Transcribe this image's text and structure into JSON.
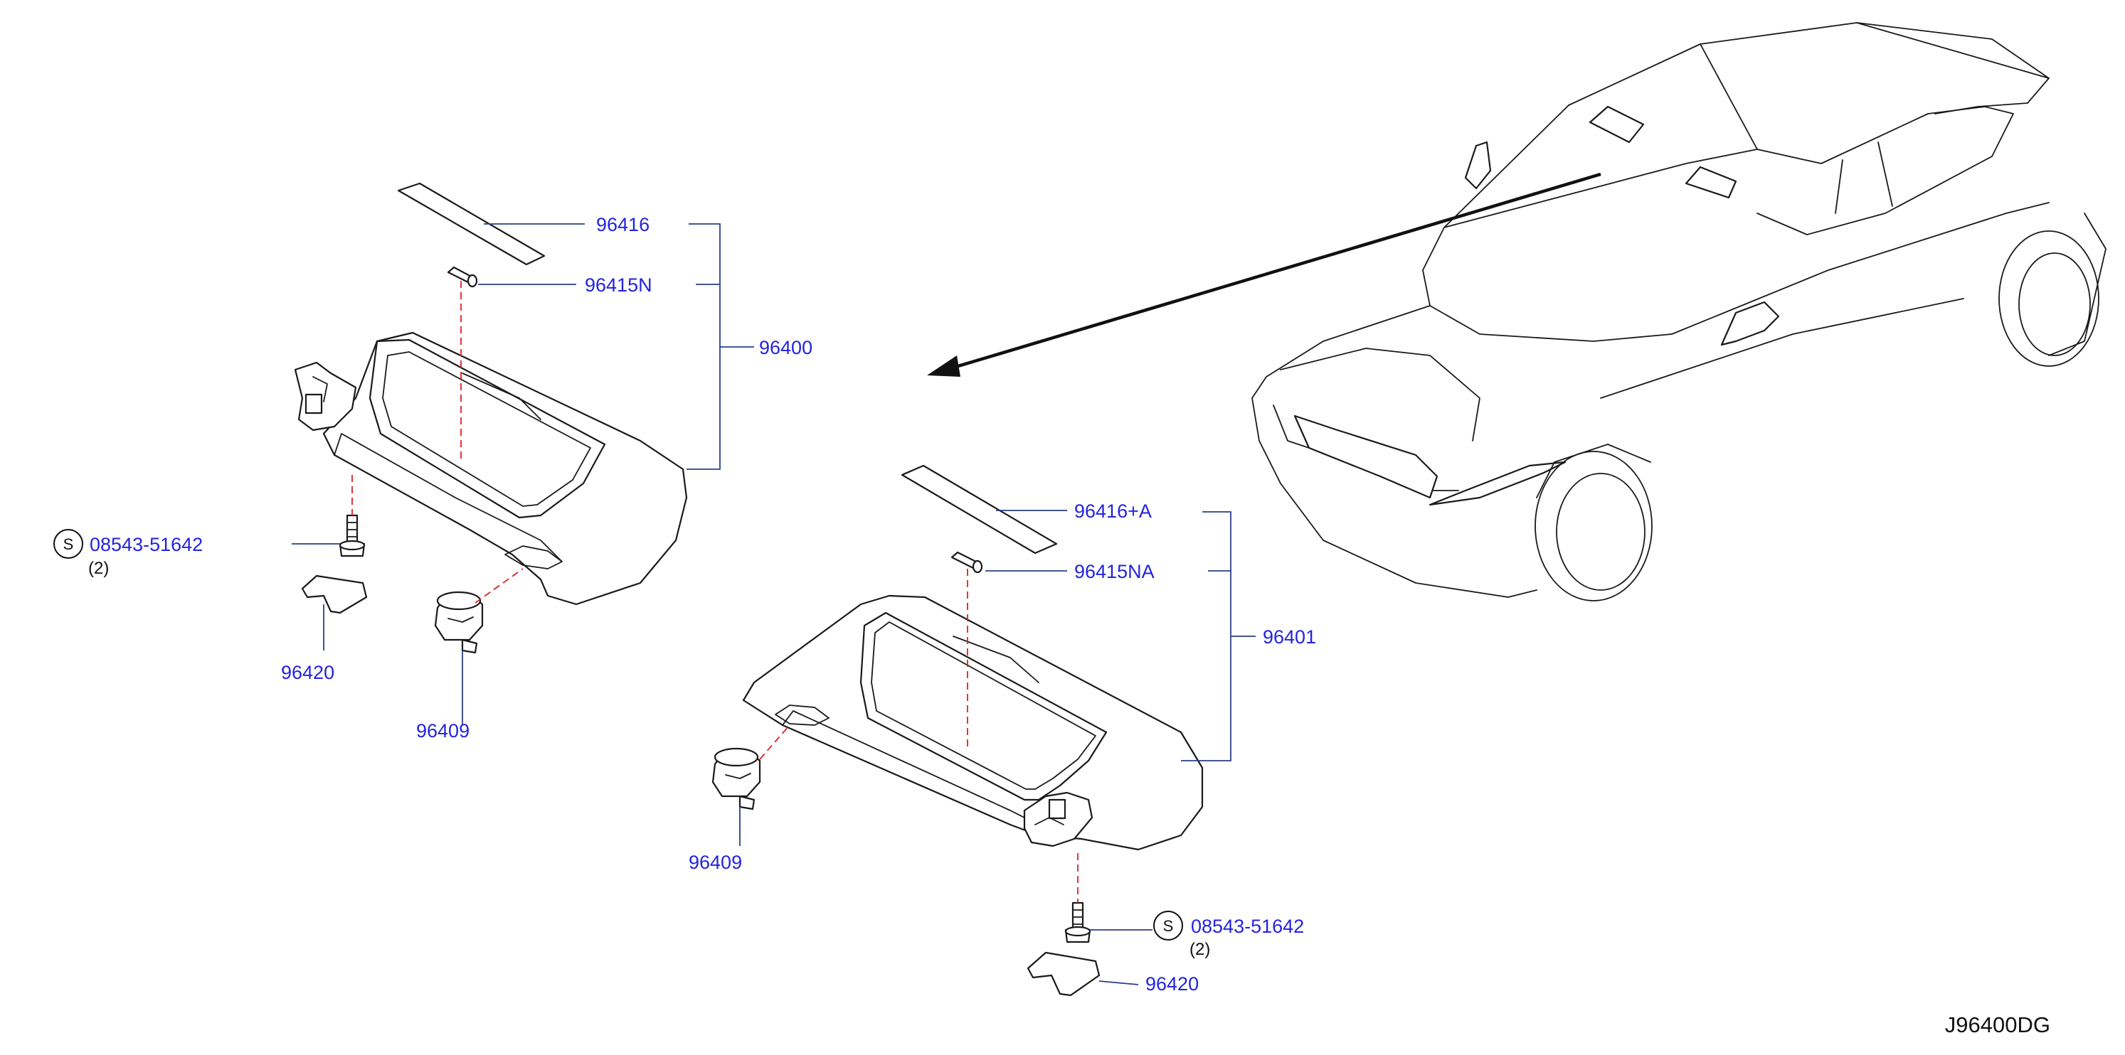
{
  "diagram_code": "J96400DG",
  "left_assembly": {
    "assembly_part": "96400",
    "mirror_lid_part": "96416",
    "lamp_part": "96415N",
    "screw_part": "08543-51642",
    "screw_qty": "(2)",
    "cover_part": "96420",
    "holder_part": "96409"
  },
  "right_assembly": {
    "assembly_part": "96401",
    "mirror_lid_part": "96416+A",
    "lamp_part": "96415NA",
    "screw_part": "08543-51642",
    "screw_qty": "(2)",
    "cover_part": "96420",
    "holder_part": "96409"
  },
  "standard_part_symbol": "S",
  "colors": {
    "label": "#2323e0",
    "leader": "#2b3f8a",
    "dash": "#e02020",
    "line": "#1a1a1a"
  }
}
